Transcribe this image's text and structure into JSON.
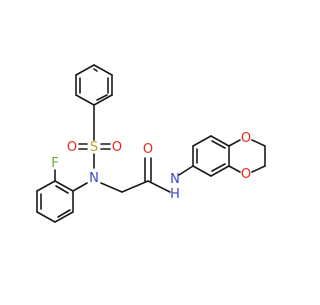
{
  "molecule": {
    "atoms": {
      "sulfonyl_o_left": "O",
      "sulfur": "S",
      "sulfonyl_o_right": "O",
      "fluorine": "F",
      "amine_n": "N",
      "carbonyl_o": "O",
      "amide_n": "N",
      "amide_h": "H",
      "dioxane_o_top": "O",
      "dioxane_o_bottom": "O"
    },
    "colors": {
      "carbon_bond": "#1a1a1a",
      "oxygen": "#e8281f",
      "nitrogen": "#3b47c8",
      "fluorine": "#6cab3c",
      "sulfur": "#bfa22a"
    }
  }
}
